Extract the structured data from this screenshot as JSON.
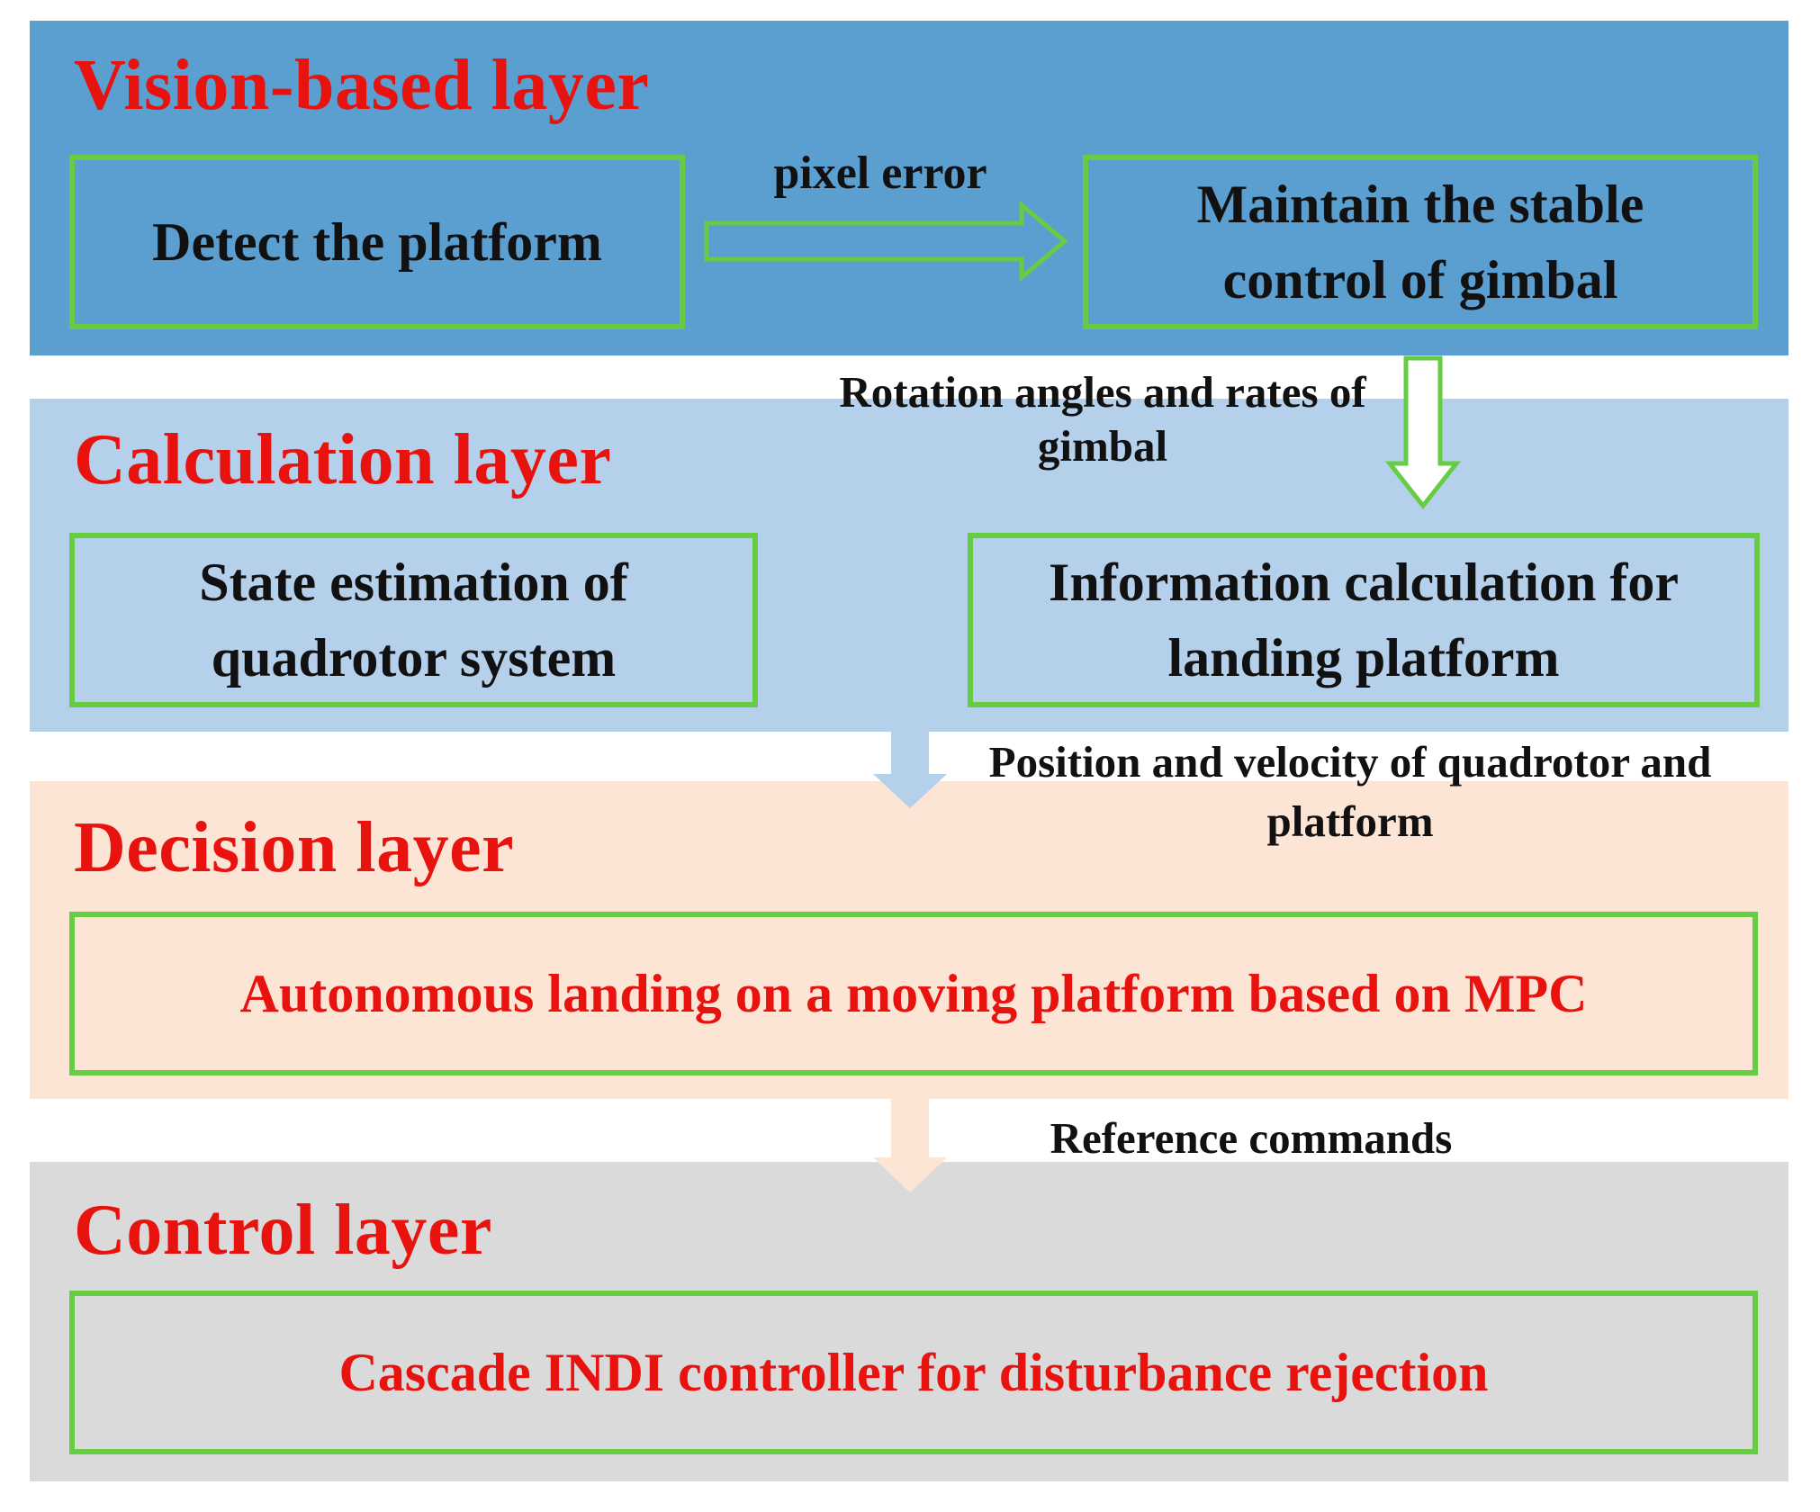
{
  "layers": {
    "vision": {
      "title": "Vision-based layer",
      "detect": "Detect the platform",
      "maintain": "Maintain the stable control of gimbal",
      "edge_label": "pixel error"
    },
    "calculation": {
      "title": "Calculation layer",
      "state": "State estimation of quadrotor system",
      "info": "Information calculation for landing platform",
      "edge_label": "Rotation angles and rates of gimbal"
    },
    "decision": {
      "title": "Decision layer",
      "box": "Autonomous landing on a moving platform based on MPC",
      "edge_label": "Position and velocity of quadrotor and platform"
    },
    "control": {
      "title": "Control layer",
      "box": "Cascade INDI controller for disturbance rejection",
      "edge_label": "Reference commands"
    }
  },
  "colors": {
    "vision_bg": "#5b9fd1",
    "calculation_bg": "#b5d0ea",
    "decision_bg": "#fde5d6",
    "control_bg": "#dadada",
    "title_red": "#e8120f",
    "box_border_green": "#66cc44"
  }
}
